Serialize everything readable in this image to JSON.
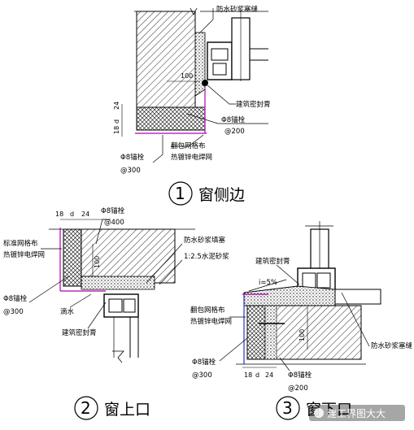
{
  "panel1": {
    "labels": {
      "waterproof_mortar": "防水砂浆塞缝",
      "sealant": "建筑密封膏",
      "anchor": "Φ8锚栓",
      "anchor_spacing": "@200",
      "mesh_wrap": "翻包网格布",
      "galv_mesh": "热镀锌电焊网",
      "anchor_bottom": "Φ8锚栓",
      "anchor_bottom_spacing": "@300"
    },
    "dims": {
      "d100": "100",
      "d24": "24",
      "dd": "d",
      "d18": "18"
    },
    "caption_num": "1",
    "caption": "窗侧边"
  },
  "panel2": {
    "labels": {
      "anchor_top": "Φ8锚栓",
      "anchor_top_spacing": "@400",
      "std_mesh": "标准网格布",
      "galv_mesh": "热镀锌电焊网",
      "waterproof_fill": "防水砂浆填塞",
      "cement_mortar": "1:2.5水泥砂浆",
      "anchor_left": "Φ8锚栓",
      "anchor_left_spacing": "@300",
      "drip": "滴水",
      "sealant": "建筑密封膏"
    },
    "dims": {
      "d18": "18",
      "dd": "d",
      "d24": "24",
      "d100": "100"
    },
    "caption_num": "2",
    "caption": "窗上口"
  },
  "panel3": {
    "labels": {
      "sealant": "建筑密封膏",
      "slope": "i=5%",
      "mesh_wrap": "翻包网格布",
      "galv_mesh": "热镀锌电焊网",
      "waterproof_mortar": "防水砂浆塞缝",
      "anchor": "Φ8锚栓",
      "anchor_spacing": "@300",
      "anchor_right": "Φ8锚栓",
      "anchor_right_spacing": "@200"
    },
    "dims": {
      "d100": "100",
      "d18": "18",
      "dd": "d",
      "d24": "24"
    },
    "caption_num": "3",
    "caption": "窗下口"
  },
  "watermark": "建工界图大大"
}
